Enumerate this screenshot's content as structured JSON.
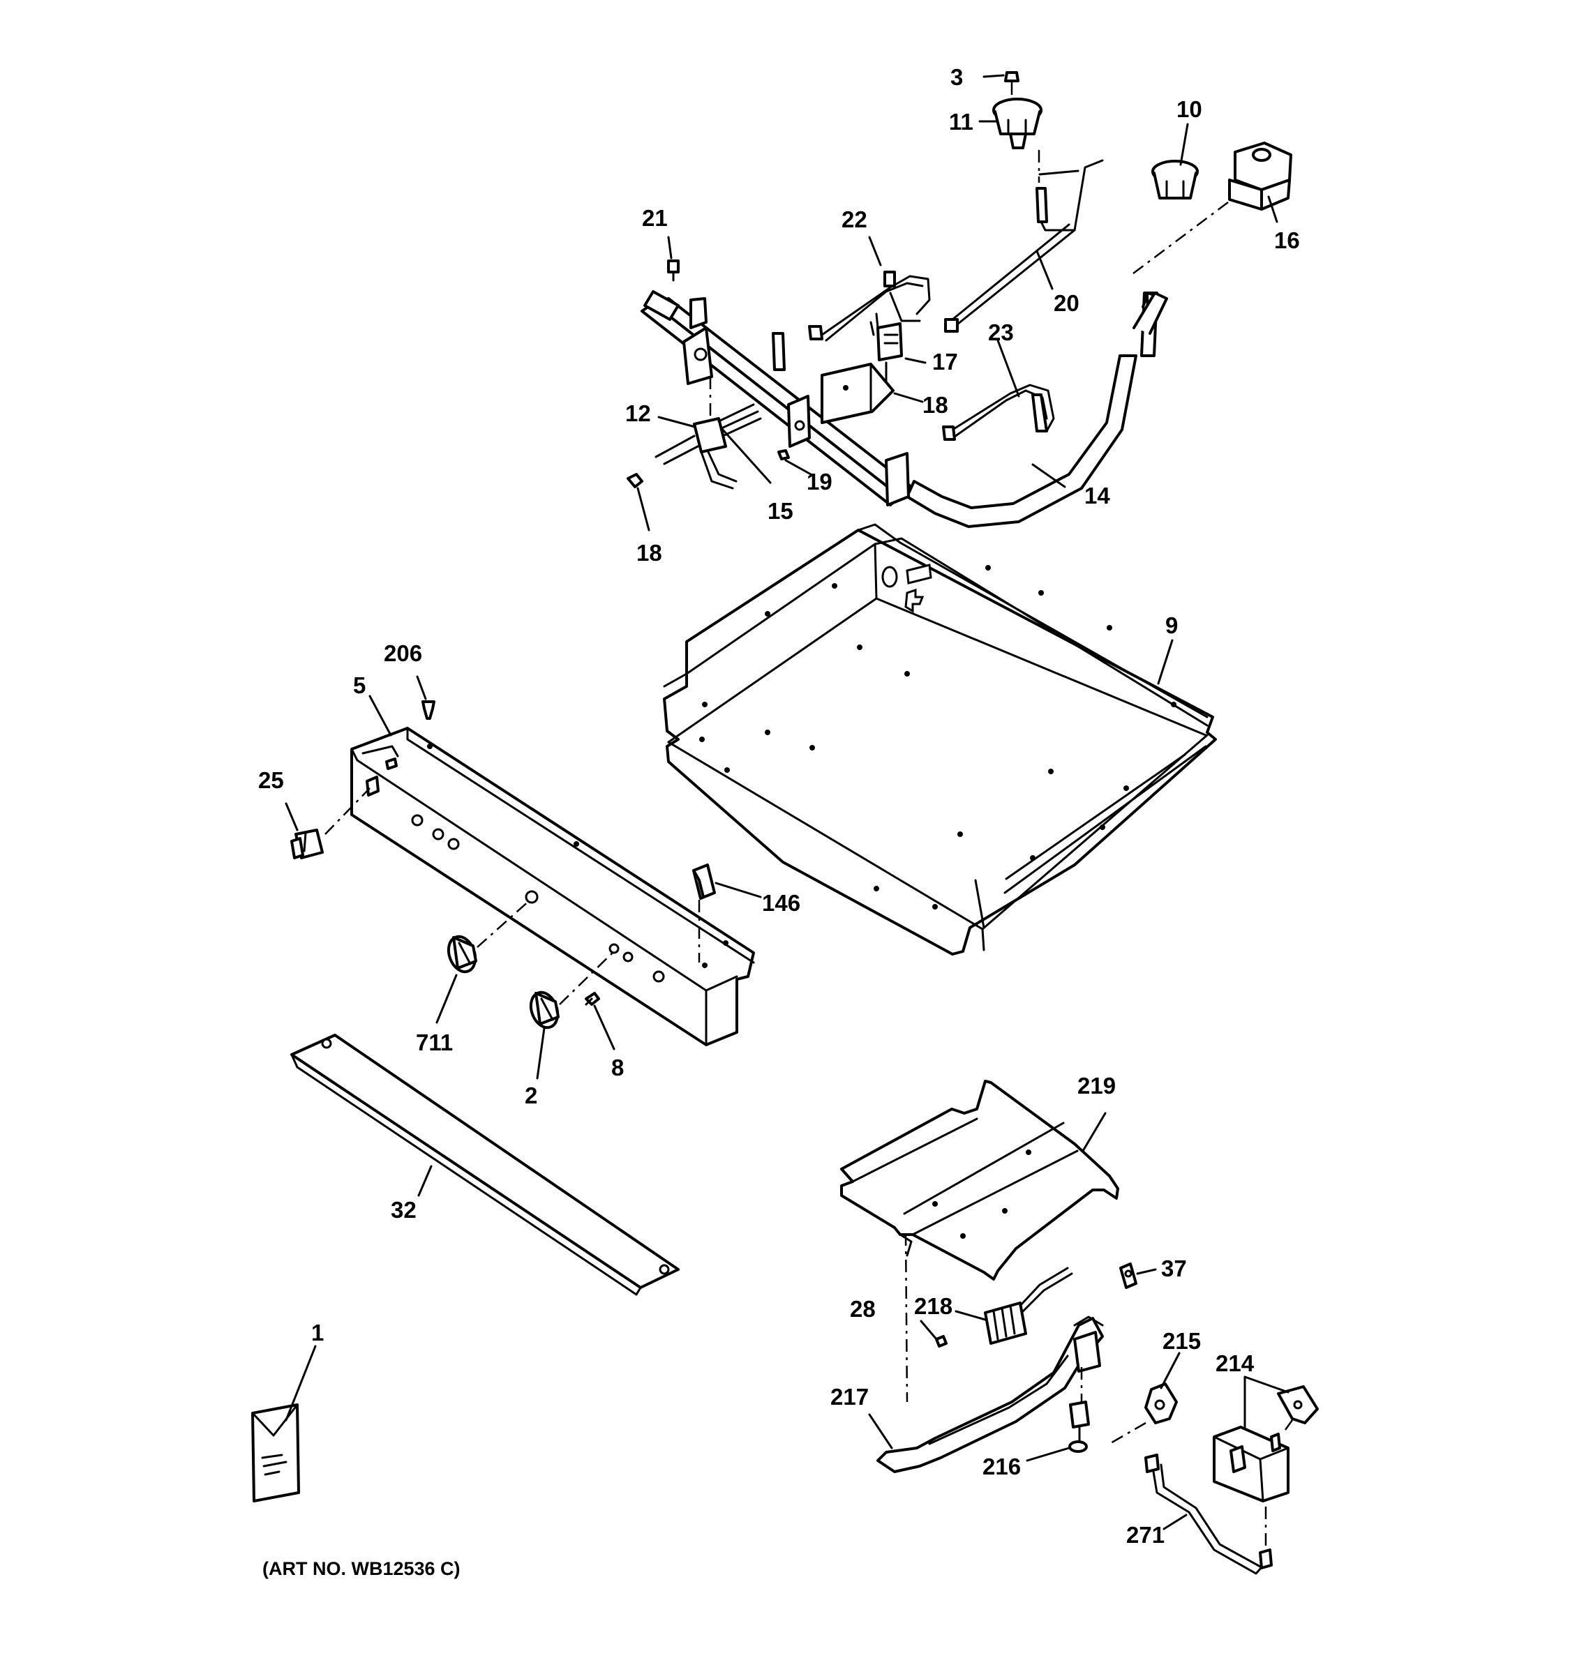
{
  "diagram": {
    "caption": "(ART NO. WB12536 C)",
    "callouts": {
      "c1": "1",
      "c2": "2",
      "c3": "3",
      "c5": "5",
      "c8": "8",
      "c9": "9",
      "c10": "10",
      "c11": "11",
      "c12": "12",
      "c14": "14",
      "c15": "15",
      "c16": "16",
      "c17": "17",
      "c18a": "18",
      "c18b": "18",
      "c19": "19",
      "c20": "20",
      "c21": "21",
      "c22": "22",
      "c23": "23",
      "c25": "25",
      "c28": "28",
      "c32": "32",
      "c37": "37",
      "c146": "146",
      "c206": "206",
      "c214": "214",
      "c215": "215",
      "c216": "216",
      "c217": "217",
      "c218": "218",
      "c219": "219",
      "c271": "271",
      "c711": "711"
    }
  }
}
